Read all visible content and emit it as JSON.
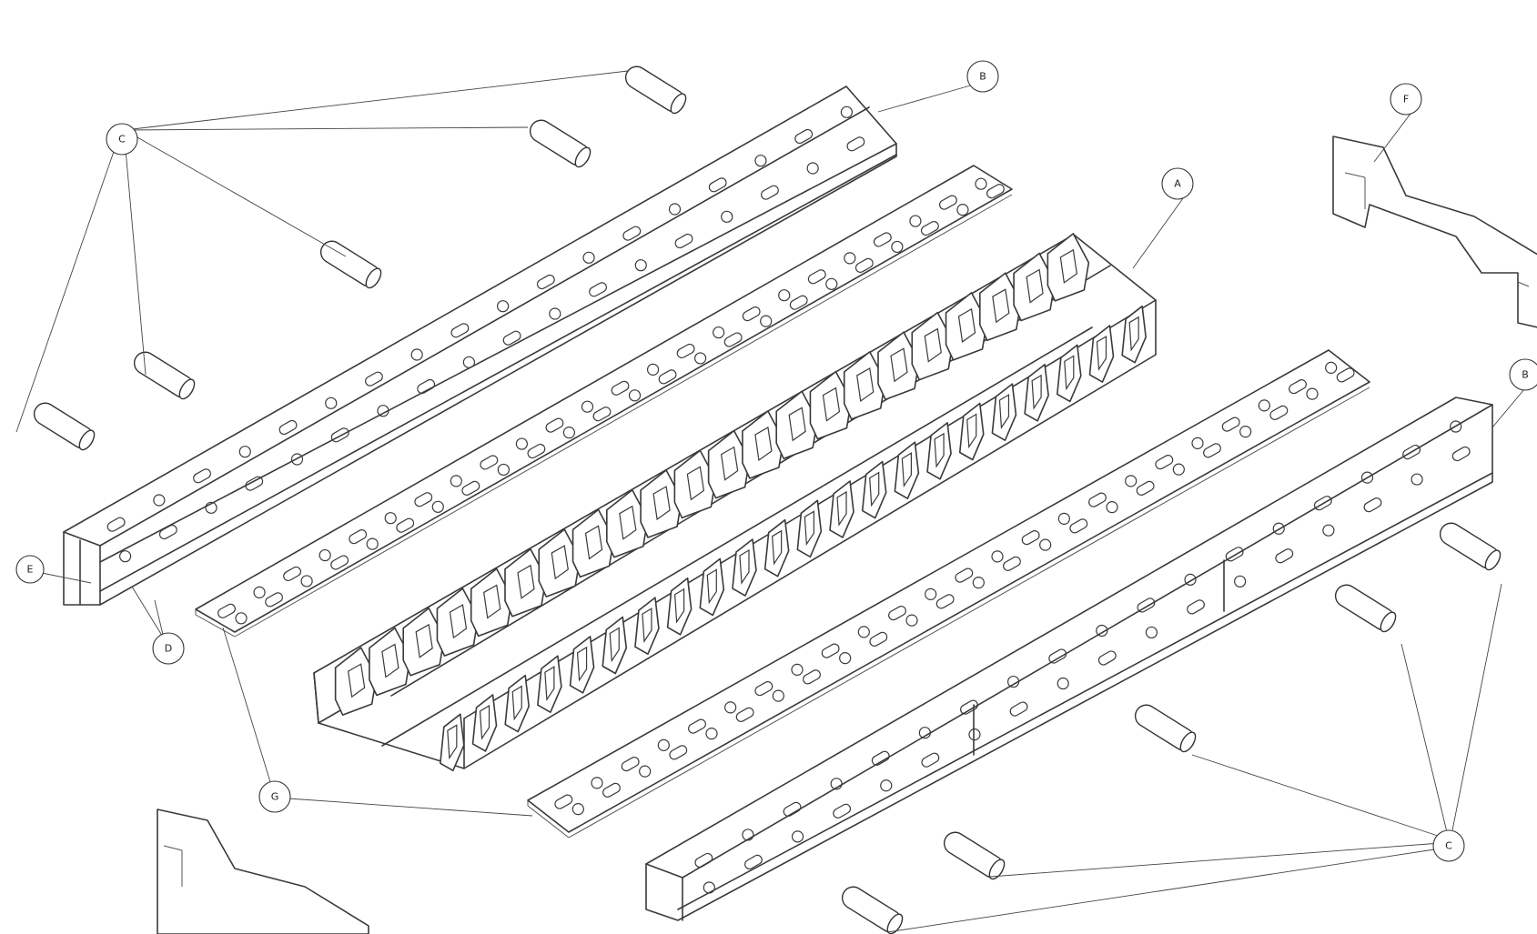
{
  "callouts": {
    "A": "A",
    "B": "B",
    "C": "C",
    "D": "D",
    "E": "E",
    "F": "F",
    "G": "G"
  },
  "colors": {
    "line": "#3a3a3a",
    "background": "#ffffff"
  }
}
